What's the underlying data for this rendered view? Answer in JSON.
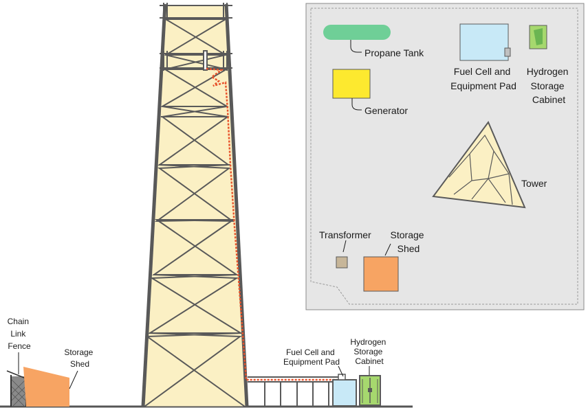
{
  "elevation": {
    "fence_label": [
      "Chain",
      "Link",
      "Fence"
    ],
    "shed_label": [
      "Storage",
      "Shed"
    ],
    "fuel_cell_label": [
      "Fuel Cell and",
      "Equipment Pad"
    ],
    "hydrogen_label": [
      "Hydrogen",
      "Storage",
      "Cabinet"
    ]
  },
  "site_plan": {
    "propane_label": "Propane Tank",
    "generator_label": "Generator",
    "fuel_cell_label": [
      "Fuel Cell and",
      "Equipment Pad"
    ],
    "hydrogen_label": [
      "Hydrogen",
      "Storage",
      "Cabinet"
    ],
    "tower_label": "Tower",
    "transformer_label": "Transformer",
    "shed_label": [
      "Storage",
      "Shed"
    ]
  },
  "colors": {
    "tower_fill": "#fbf0c4",
    "steel": "#595959",
    "cable": "#e8542c",
    "propane": "#6fcf97",
    "generator": "#fde92f",
    "fuel_cell": "#c8e9f7",
    "hydrogen": "#a6d86e",
    "shed": "#f7a463",
    "transformer": "#c7b699",
    "plan_bg": "#e6e6e6"
  }
}
